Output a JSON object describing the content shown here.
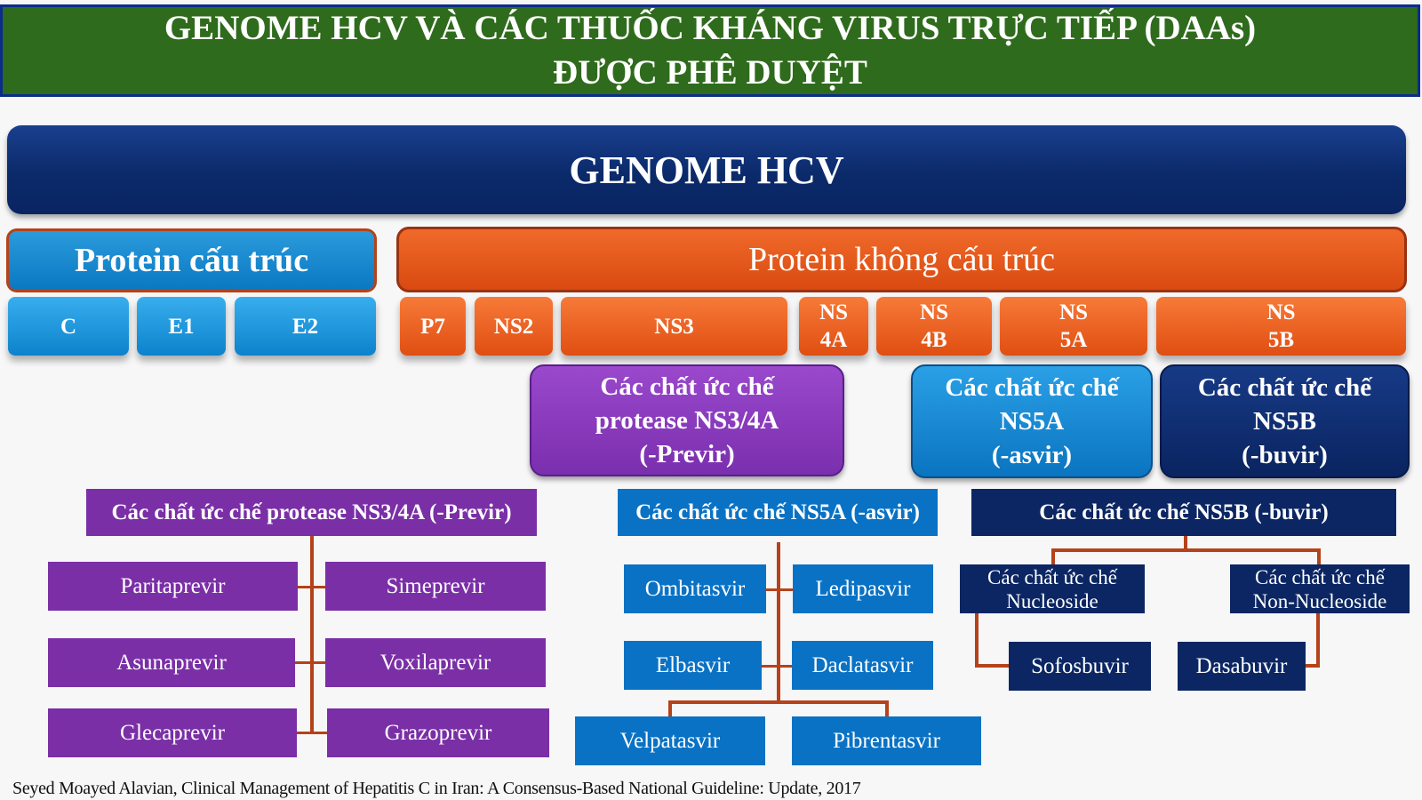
{
  "header": {
    "line1": "GENOME HCV VÀ CÁC THUỐC KHÁNG VIRUS TRỰC TIẾP (DAAs)",
    "line2": "ĐƯỢC PHÊ DUYỆT"
  },
  "genome": {
    "label": "GENOME HCV"
  },
  "structural": {
    "label": "Protein cấu trúc",
    "segments": [
      "C",
      "E1",
      "E2"
    ]
  },
  "nonstructural": {
    "label": "Protein không cấu trúc",
    "segments": [
      {
        "l1": "P7",
        "l2": ""
      },
      {
        "l1": "NS2",
        "l2": ""
      },
      {
        "l1": "NS3",
        "l2": ""
      },
      {
        "l1": "NS",
        "l2": "4A"
      },
      {
        "l1": "NS",
        "l2": "4B"
      },
      {
        "l1": "NS",
        "l2": "5A"
      },
      {
        "l1": "NS",
        "l2": "5B"
      }
    ]
  },
  "inhibitors": {
    "ns34a": {
      "l1": "Các chất ức chế",
      "l2": "protease NS3/4A",
      "l3": "(-Previr)"
    },
    "ns5a": {
      "l1": "Các chất ức chế",
      "l2": "NS5A",
      "l3": "(-asvir)"
    },
    "ns5b": {
      "l1": "Các chất ức chế",
      "l2": "NS5B",
      "l3": "(-buvir)"
    }
  },
  "previr": {
    "title": "Các chất ức chế protease NS3/4A (-Previr)",
    "drugs": [
      "Paritaprevir",
      "Simeprevir",
      "Asunaprevir",
      "Voxilaprevir",
      "Glecaprevir",
      "Grazoprevir"
    ]
  },
  "asvir": {
    "title": "Các chất ức chế NS5A (-asvir)",
    "drugs": [
      "Ombitasvir",
      "Ledipasvir",
      "Elbasvir",
      "Daclatasvir",
      "Velpatasvir",
      "Pibrentasvir"
    ]
  },
  "buvir": {
    "title": "Các chất ức chế NS5B (-buvir)",
    "nuc": {
      "l1": "Các chất ức chế",
      "l2": "Nucleoside"
    },
    "nonnuc": {
      "l1": "Các chất ức chế",
      "l2": "Non-Nucleoside"
    },
    "drugs": [
      "Sofosbuvir",
      "Dasabuvir"
    ]
  },
  "footer": "Seyed Moayed Alavian, Clinical Management of Hepatitis C in Iran: A Consensus-Based National Guideline: Update, 2017",
  "colors": {
    "header_green": "#2f6b1c",
    "genome_navy": "#0b2a6a",
    "structural_blue": "#0b78c2",
    "nonstructural_orange": "#e04e12",
    "previr_purple": "#7a2fa6",
    "asvir_blue": "#0a72c4",
    "buvir_navy": "#0b2663",
    "connector": "#b5421a"
  }
}
